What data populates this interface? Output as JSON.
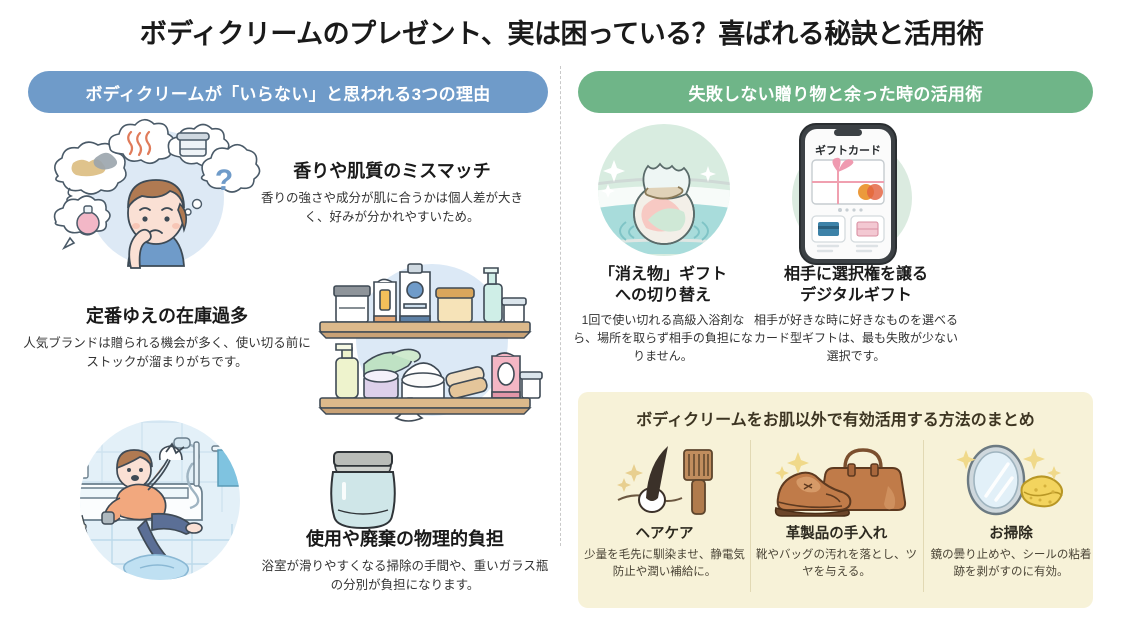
{
  "title": "ボディクリームのプレゼント、実は困っている？喜ばれる秘訣と活用術",
  "columns": {
    "left": {
      "header": "ボディクリームが「いらない」と思われる3つの理由",
      "header_color": "#6f9bc9",
      "reasons": [
        {
          "heading": "香りや肌質のミスマッチ",
          "body": "香りの強さや成分が肌に合うかは個人差が大きく、好みが分かれやすいため。",
          "illustration": "worried-woman-thought-bubbles-icon"
        },
        {
          "heading": "定番ゆえの在庫過多",
          "body": "人気ブランドは贈られる機会が多く、使い切る前にストックが溜まりがちです。",
          "illustration": "cosmetics-shelf-icon"
        },
        {
          "heading": "使用や廃棄の物理的負担",
          "body": "浴室が滑りやすくなる掃除の手間や、重いガラス瓶の分別が負担になります。",
          "illustration": "bathroom-slip-accident-icon"
        }
      ]
    },
    "right": {
      "header": "失敗しない贈り物と余った時の活用術",
      "header_color": "#6fb588",
      "tips": [
        {
          "heading": "「消え物」ギフト\nへの切り替え",
          "heading_line1": "「消え物」ギフト",
          "heading_line2": "への切り替え",
          "body": "1回で使い切れる高級入浴剤なら、場所を取らず相手の負担になりません。",
          "illustration": "bath-bomb-in-tub-icon"
        },
        {
          "heading_line1": "相手に選択権を譲る",
          "heading_line2": "デジタルギフト",
          "body": "相手が好きな時に好きなものを選べるカード型ギフトは、最も失敗が少ない選択です。",
          "illustration": "smartphone-gift-card-icon",
          "phone_screen_label": "ギフトカード"
        }
      ],
      "panel": {
        "title": "ボディクリームをお肌以外で有効活用する方法のまとめ",
        "background_color": "#f7f2d8",
        "uses": [
          {
            "heading": "ヘアケア",
            "body": "少量を毛先に馴染ませ、静電気防止や潤い補給に。",
            "illustration": "hair-strand-comb-icon"
          },
          {
            "heading": "革製品の手入れ",
            "body": "靴やバッグの汚れを落とし、ツヤを与える。",
            "illustration": "leather-shoe-bag-icon"
          },
          {
            "heading": "お掃除",
            "body": "鏡の曇り止めや、シールの粘着跡を剥がすのに有効。",
            "illustration": "mirror-sponge-icon"
          }
        ]
      }
    }
  },
  "misc": {
    "glass_jar_label": "glass-jar-icon"
  }
}
